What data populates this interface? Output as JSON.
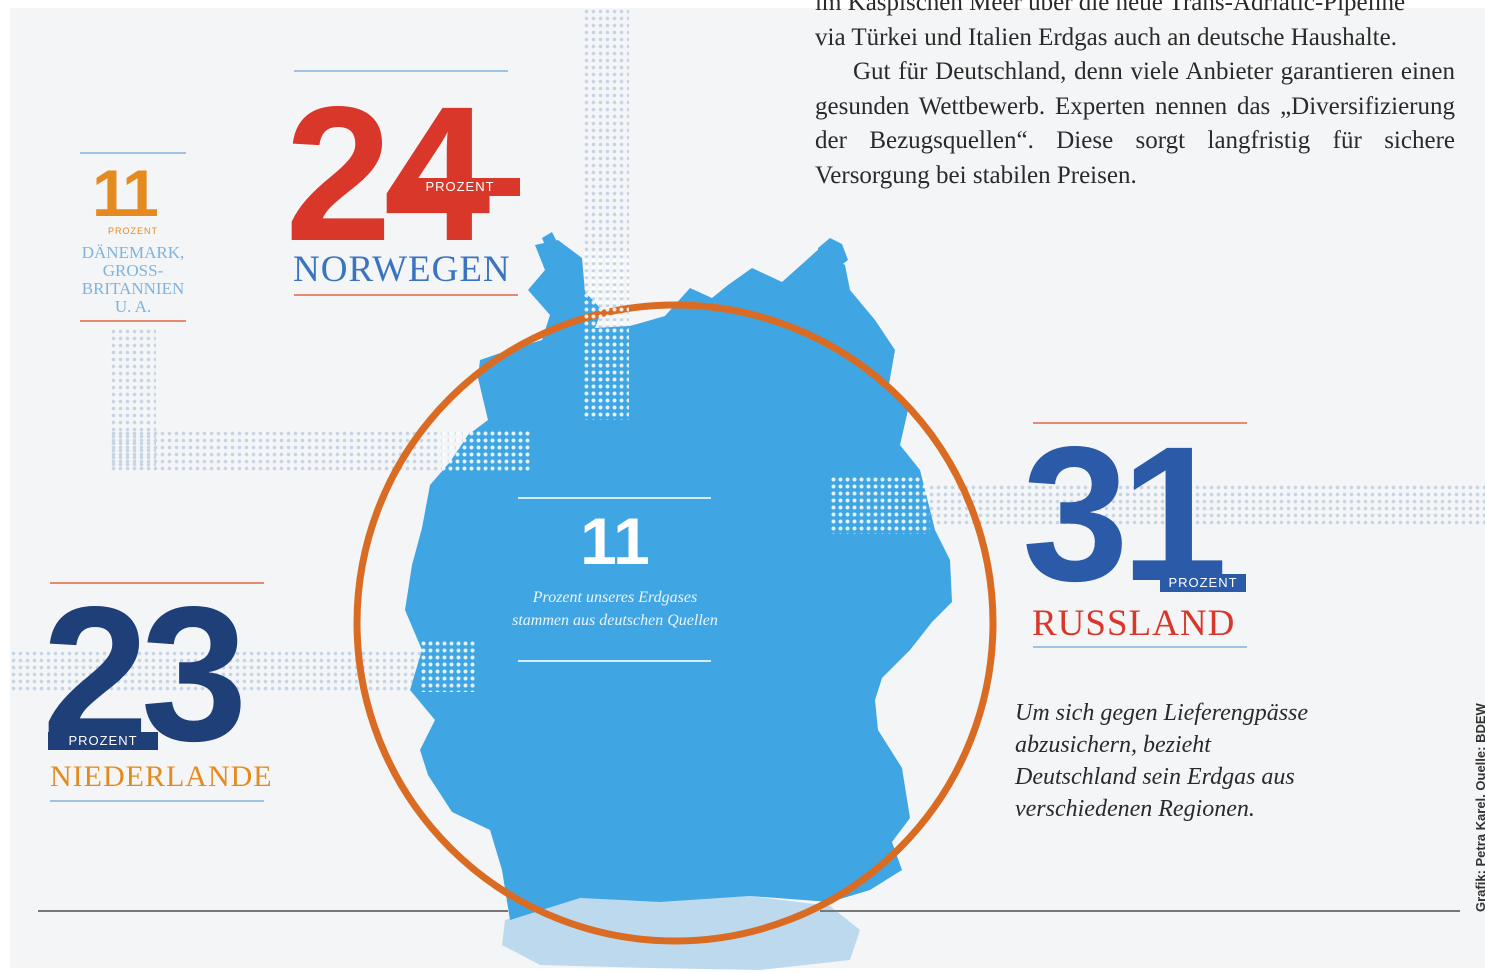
{
  "article": {
    "line1": "im Kaspischen Meer über die neue Trans-Adriatic-Pipeline",
    "line2": "via Türkei und Italien Erdgas auch an deutsche Haushalte.",
    "para2": "Gut für Deutschland, denn viele Anbieter garantieren einen gesunden Wettbewerb. Experten nennen das „Diversifizierung der Bezugsquellen“. Diese sorgt langfristig für sichere Versorgung bei stabilen Preisen."
  },
  "sources": {
    "norway": {
      "value": "24",
      "unit": "PROZENT",
      "country": "NORWEGEN",
      "color": "#d9372a"
    },
    "denmark_gb": {
      "value": "11",
      "unit": "PROZENT",
      "country_line1": "DÄNEMARK,",
      "country_line2": "GROSS-",
      "country_line3": "BRITANNIEN",
      "country_line4": "U. A.",
      "color": "#e58a1e"
    },
    "netherlands": {
      "value": "23",
      "unit": "PROZENT",
      "country": "NIEDERLANDE",
      "color": "#1f3f78"
    },
    "russia": {
      "value": "31",
      "unit": "PROZENT",
      "country": "RUSSLAND",
      "color": "#2a5aa8"
    },
    "germany": {
      "value": "11",
      "text": "Prozent unseres Erdgases stammen aus deutschen Quellen",
      "color": "#3fa5e3"
    }
  },
  "caption": "Um sich gegen Lieferengpässe abzusichern, bezieht Deutschland sein Erdgas aus verschiedenen Regionen.",
  "credit": "Grafik: Petra Karel, Quelle: BDEW"
}
